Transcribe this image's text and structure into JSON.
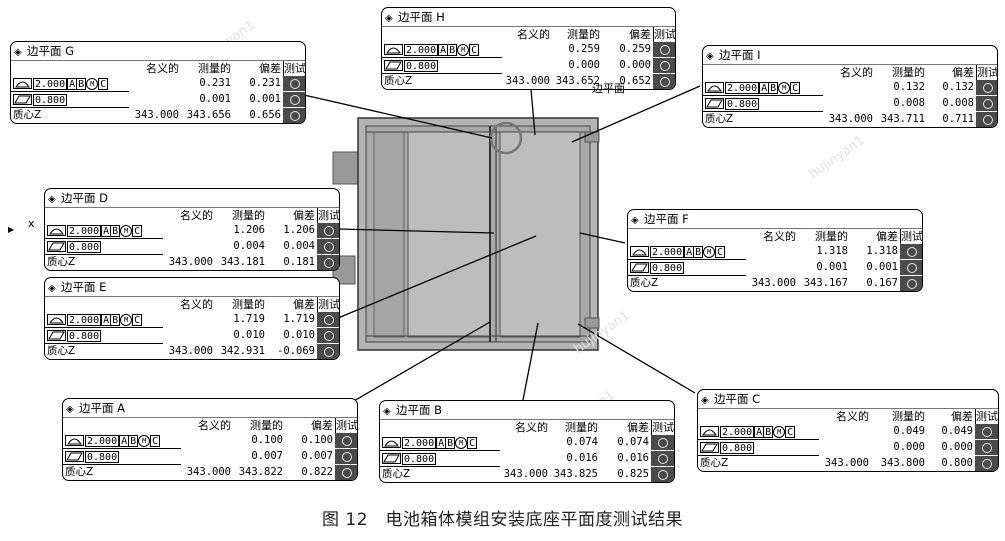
{
  "caption": "图 12　电池箱体模组安装底座平面度测试结果",
  "stray_label": "边平面",
  "side_label": "x",
  "watermark": "hujinyan1",
  "column_headers": {
    "nominal": "名义的",
    "measured": "测量的",
    "deviation": "偏差",
    "test": "测试"
  },
  "row_labels": {
    "centroid": "质心Z"
  },
  "datum_letters": [
    "A",
    "B",
    "M",
    "C"
  ],
  "planes": [
    {
      "id": "G",
      "title": "边平面 G",
      "profile_tol": "2.000",
      "flatness_tol": "0.800",
      "profile": {
        "measured": "0.231",
        "deviation": "0.231"
      },
      "flatness": {
        "measured": "0.001",
        "deviation": "0.001"
      },
      "centroid": {
        "nominal": "343.000",
        "measured": "343.656",
        "deviation": "0.656"
      }
    },
    {
      "id": "H",
      "title": "边平面 H",
      "profile_tol": "2.000",
      "flatness_tol": "0.800",
      "profile": {
        "measured": "0.259",
        "deviation": "0.259"
      },
      "flatness": {
        "measured": "0.000",
        "deviation": "0.000"
      },
      "centroid": {
        "nominal": "343.000",
        "measured": "343.652",
        "deviation": "0.652"
      }
    },
    {
      "id": "I",
      "title": "边平面 I",
      "profile_tol": "2.000",
      "flatness_tol": "0.800",
      "profile": {
        "measured": "0.132",
        "deviation": "0.132"
      },
      "flatness": {
        "measured": "0.008",
        "deviation": "0.008"
      },
      "centroid": {
        "nominal": "343.000",
        "measured": "343.711",
        "deviation": "0.711"
      }
    },
    {
      "id": "D",
      "title": "边平面 D",
      "profile_tol": "2.000",
      "flatness_tol": "0.800",
      "profile": {
        "measured": "1.206",
        "deviation": "1.206"
      },
      "flatness": {
        "measured": "0.004",
        "deviation": "0.004"
      },
      "centroid": {
        "nominal": "343.000",
        "measured": "343.181",
        "deviation": "0.181"
      }
    },
    {
      "id": "F",
      "title": "边平面 F",
      "profile_tol": "2.000",
      "flatness_tol": "0.800",
      "profile": {
        "measured": "1.318",
        "deviation": "1.318"
      },
      "flatness": {
        "measured": "0.001",
        "deviation": "0.001"
      },
      "centroid": {
        "nominal": "343.000",
        "measured": "343.167",
        "deviation": "0.167"
      }
    },
    {
      "id": "E",
      "title": "边平面 E",
      "profile_tol": "2.000",
      "flatness_tol": "0.800",
      "profile": {
        "measured": "1.719",
        "deviation": "1.719"
      },
      "flatness": {
        "measured": "0.010",
        "deviation": "0.010"
      },
      "centroid": {
        "nominal": "343.000",
        "measured": "342.931",
        "deviation": "-0.069"
      }
    },
    {
      "id": "A",
      "title": "边平面 A",
      "profile_tol": "2.000",
      "flatness_tol": "0.800",
      "profile": {
        "measured": "0.100",
        "deviation": "0.100"
      },
      "flatness": {
        "measured": "0.007",
        "deviation": "0.007"
      },
      "centroid": {
        "nominal": "343.000",
        "measured": "343.822",
        "deviation": "0.822"
      }
    },
    {
      "id": "B",
      "title": "边平面 B",
      "profile_tol": "2.000",
      "flatness_tol": "0.800",
      "profile": {
        "measured": "0.074",
        "deviation": "0.074"
      },
      "flatness": {
        "measured": "0.016",
        "deviation": "0.016"
      },
      "centroid": {
        "nominal": "343.000",
        "measured": "343.825",
        "deviation": "0.825"
      }
    },
    {
      "id": "C",
      "title": "边平面 C",
      "profile_tol": "2.000",
      "flatness_tol": "0.800",
      "profile": {
        "measured": "0.049",
        "deviation": "0.049"
      },
      "flatness": {
        "measured": "0.000",
        "deviation": "0.000"
      },
      "centroid": {
        "nominal": "343.000",
        "measured": "343.800",
        "deviation": "0.800"
      }
    }
  ]
}
